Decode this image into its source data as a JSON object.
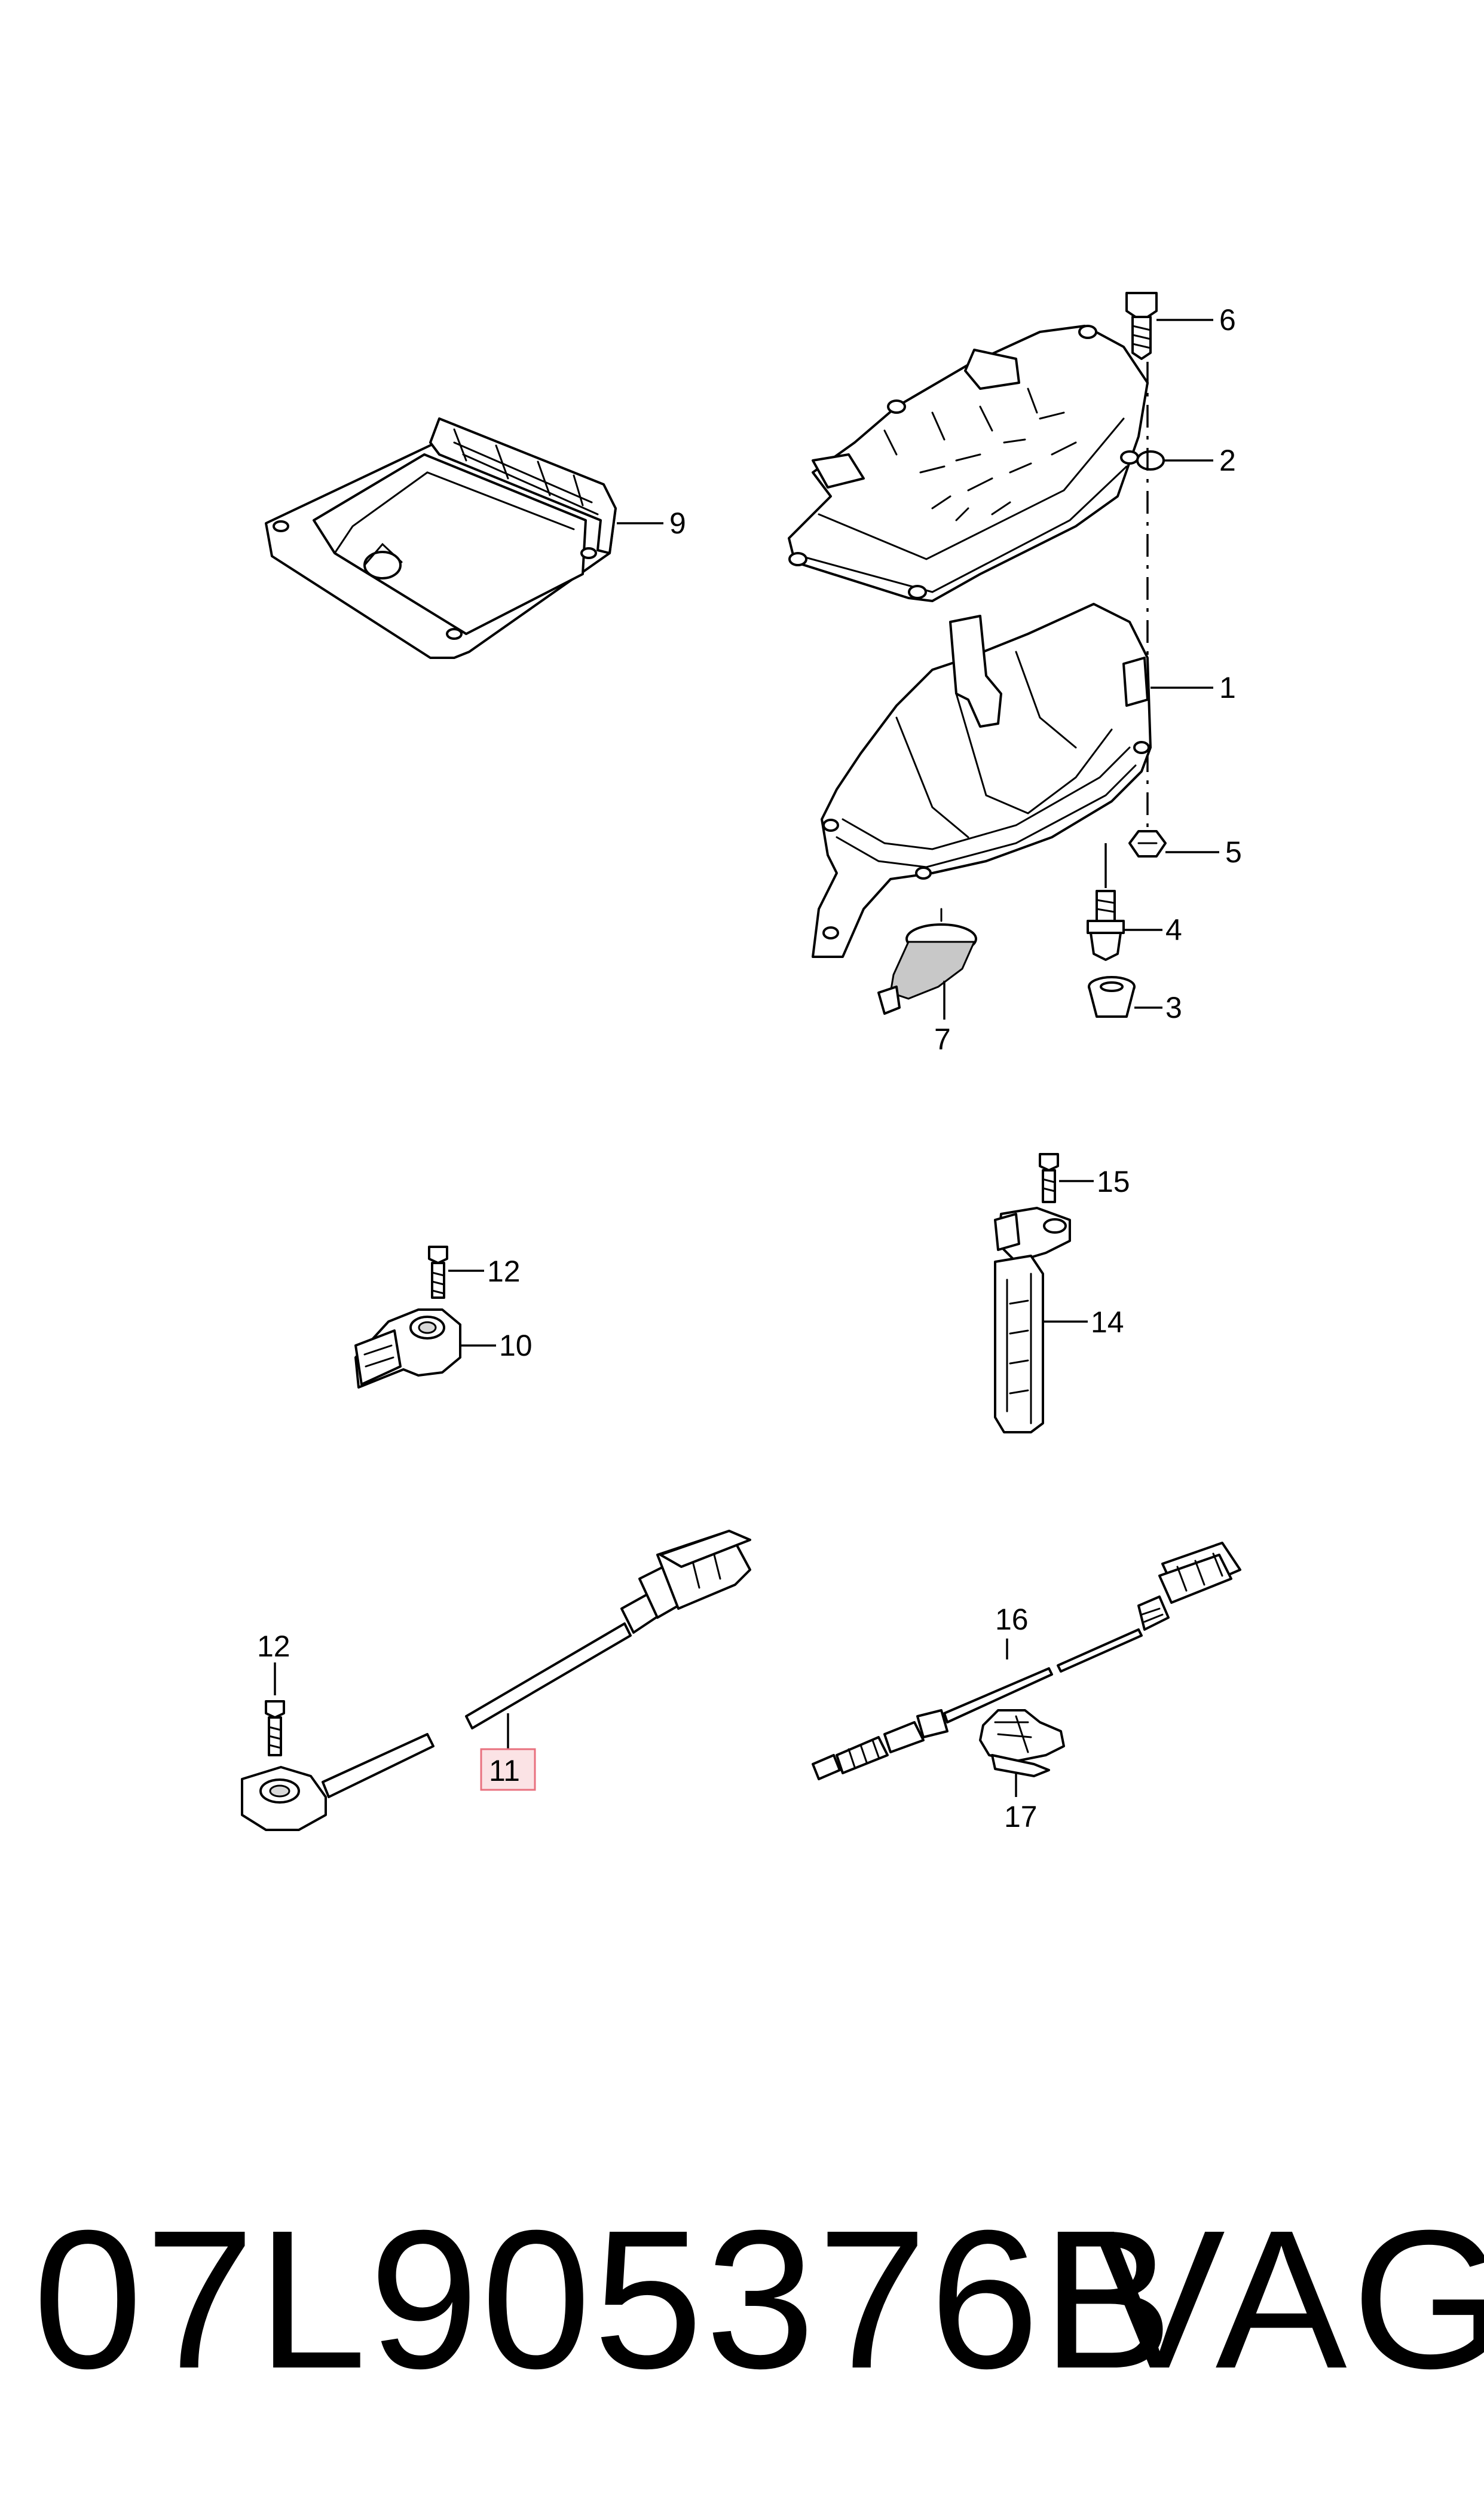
{
  "callouts": {
    "c1": "1",
    "c2": "2",
    "c3": "3",
    "c4": "4",
    "c5": "5",
    "c6": "6",
    "c7": "7",
    "c9": "9",
    "c10": "10",
    "c11": "11",
    "c12a": "12",
    "c12b": "12",
    "c14": "14",
    "c15": "15",
    "c16": "16",
    "c17": "17"
  },
  "highlighted_callout": "11",
  "footer": {
    "part_number": "07L905376B",
    "brand": "VAG"
  },
  "colors": {
    "line": "#000000",
    "highlight_fill": "#fbe3e5",
    "highlight_stroke": "#e8707e"
  }
}
